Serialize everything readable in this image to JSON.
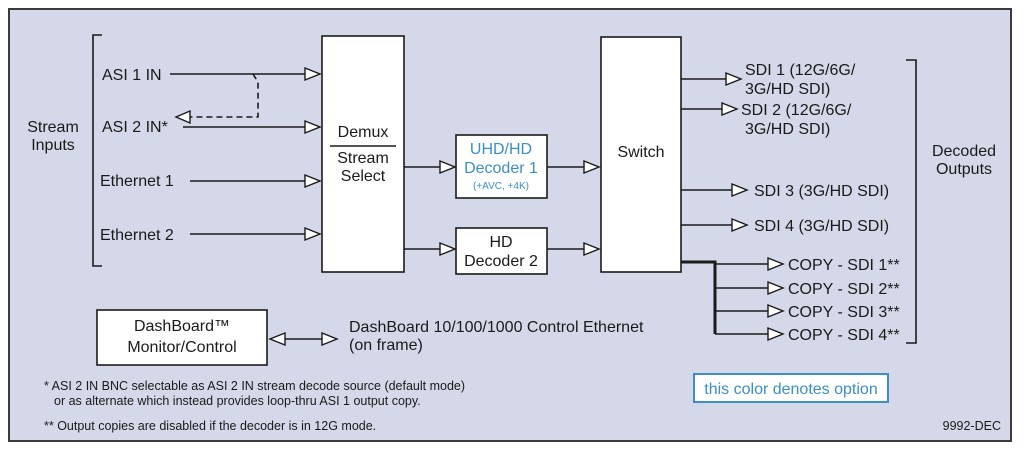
{
  "inputs": {
    "group_label_line1": "Stream",
    "group_label_line2": "Inputs",
    "asi1": "ASI 1 IN",
    "asi2": "ASI 2 IN*",
    "eth1": "Ethernet 1",
    "eth2": "Ethernet 2"
  },
  "demux": {
    "line1": "Demux",
    "line2": "Stream",
    "line3": "Select"
  },
  "decoder1": {
    "line1": "UHD/HD",
    "line2": "Decoder 1",
    "line3": "(+AVC, +4K)"
  },
  "decoder2": {
    "line1": "HD",
    "line2": "Decoder 2"
  },
  "switch": {
    "label": "Switch"
  },
  "outputs": {
    "group_label_line1": "Decoded",
    "group_label_line2": "Outputs",
    "sdi1_line1": "SDI 1 (12G/6G/",
    "sdi1_line2": "3G/HD SDI)",
    "sdi2_line1": "SDI 2 (12G/6G/",
    "sdi2_line2": "3G/HD SDI)",
    "sdi3": "SDI 3 (3G/HD SDI)",
    "sdi4": "SDI 4 (3G/HD SDI)",
    "copy1": "COPY - SDI 1**",
    "copy2": "COPY - SDI 2**",
    "copy3": "COPY - SDI 3**",
    "copy4": "COPY - SDI 4**"
  },
  "dashboard": {
    "line1": "DashBoard™",
    "line2": "Monitor/Control",
    "desc_line1": "DashBoard 10/100/1000 Control Ethernet",
    "desc_line2": "(on frame)"
  },
  "notes": {
    "note1_line1": "* ASI 2 IN BNC selectable as ASI 2 IN stream decode source (default mode)",
    "note1_line2": "or as alternate which instead provides loop-thru ASI 1 output copy.",
    "note2": "** Output copies are disabled if the decoder is in 12G mode."
  },
  "legend": {
    "option_text": "this color denotes option"
  },
  "model": "9992-DEC",
  "colors": {
    "background": "#d4d8e8",
    "option": "#3a8fc9",
    "line": "#1a1a1a"
  }
}
